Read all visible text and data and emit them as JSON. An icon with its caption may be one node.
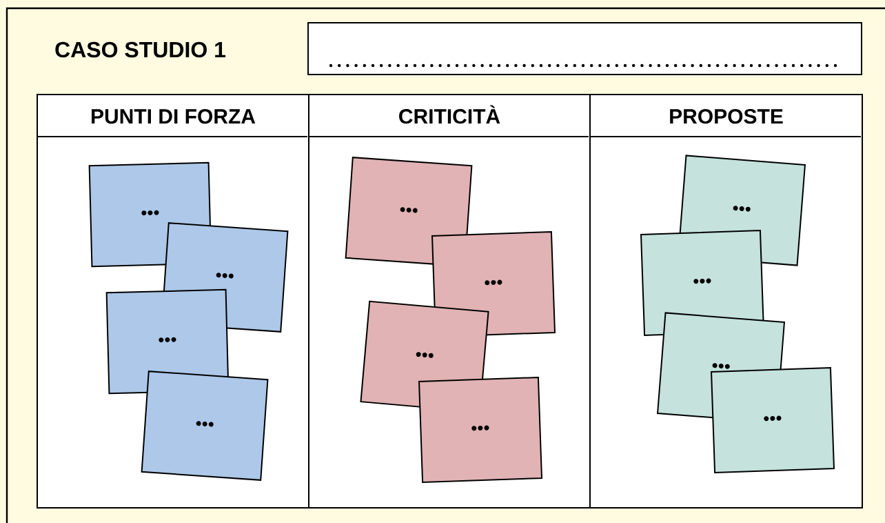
{
  "diagram": {
    "title": "CASO STUDIO 1",
    "nodes": [
      {
        "text": [
          "PUNTI DI FORZA"
        ]
      },
      {
        "text": [
          "•••"
        ],
        "in": 0
      },
      {
        "text": [
          "•••"
        ],
        "in": 0
      },
      {
        "text": [
          "•••"
        ],
        "in": 0
      },
      {
        "text": [
          "•••"
        ],
        "in": 0
      },
      {
        "text": [
          "CRITICITÀ"
        ]
      },
      {
        "text": [
          "•••"
        ],
        "in": 5
      },
      {
        "text": [
          "•••"
        ],
        "in": 5
      },
      {
        "text": [
          "•••"
        ],
        "in": 5
      },
      {
        "text": [
          "•••"
        ],
        "in": 5
      },
      {
        "text": [
          "PROPOSTE"
        ]
      },
      {
        "text": [
          "•••"
        ],
        "in": 10
      },
      {
        "text": [
          "•••"
        ],
        "in": 10
      },
      {
        "text": [
          "•••"
        ],
        "in": 10
      },
      {
        "text": [
          "•••"
        ],
        "in": 10
      }
    ]
  }
}
